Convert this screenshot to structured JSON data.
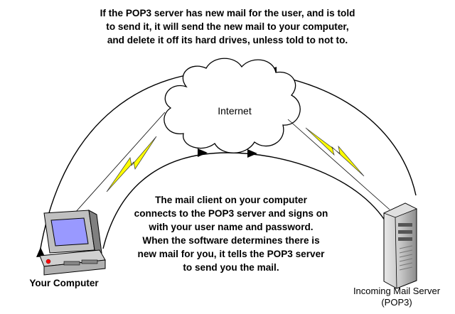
{
  "notes": {
    "server_behavior": "If the POP3 server has new mail for the user, and is told\nto send it, it will send the new mail to your computer,\nand delete it off its hard drives, unless told to not to.",
    "client_behavior": "The mail client on your computer\nconnects to the POP3 server and signs on\nwith your user name and password.\nWhen the software determines there is\nnew mail for you, it tells the POP3 server\nto send you the mail."
  },
  "nodes": {
    "computer_label": "Your Computer",
    "server_label": "Incoming Mail Server\n(POP3)",
    "cloud_label": "Internet"
  },
  "colors": {
    "lightning": "#ffff00",
    "screen": "#9999ff",
    "computer_body": "#c0c0c0",
    "server_body": "#b8b8b8"
  }
}
